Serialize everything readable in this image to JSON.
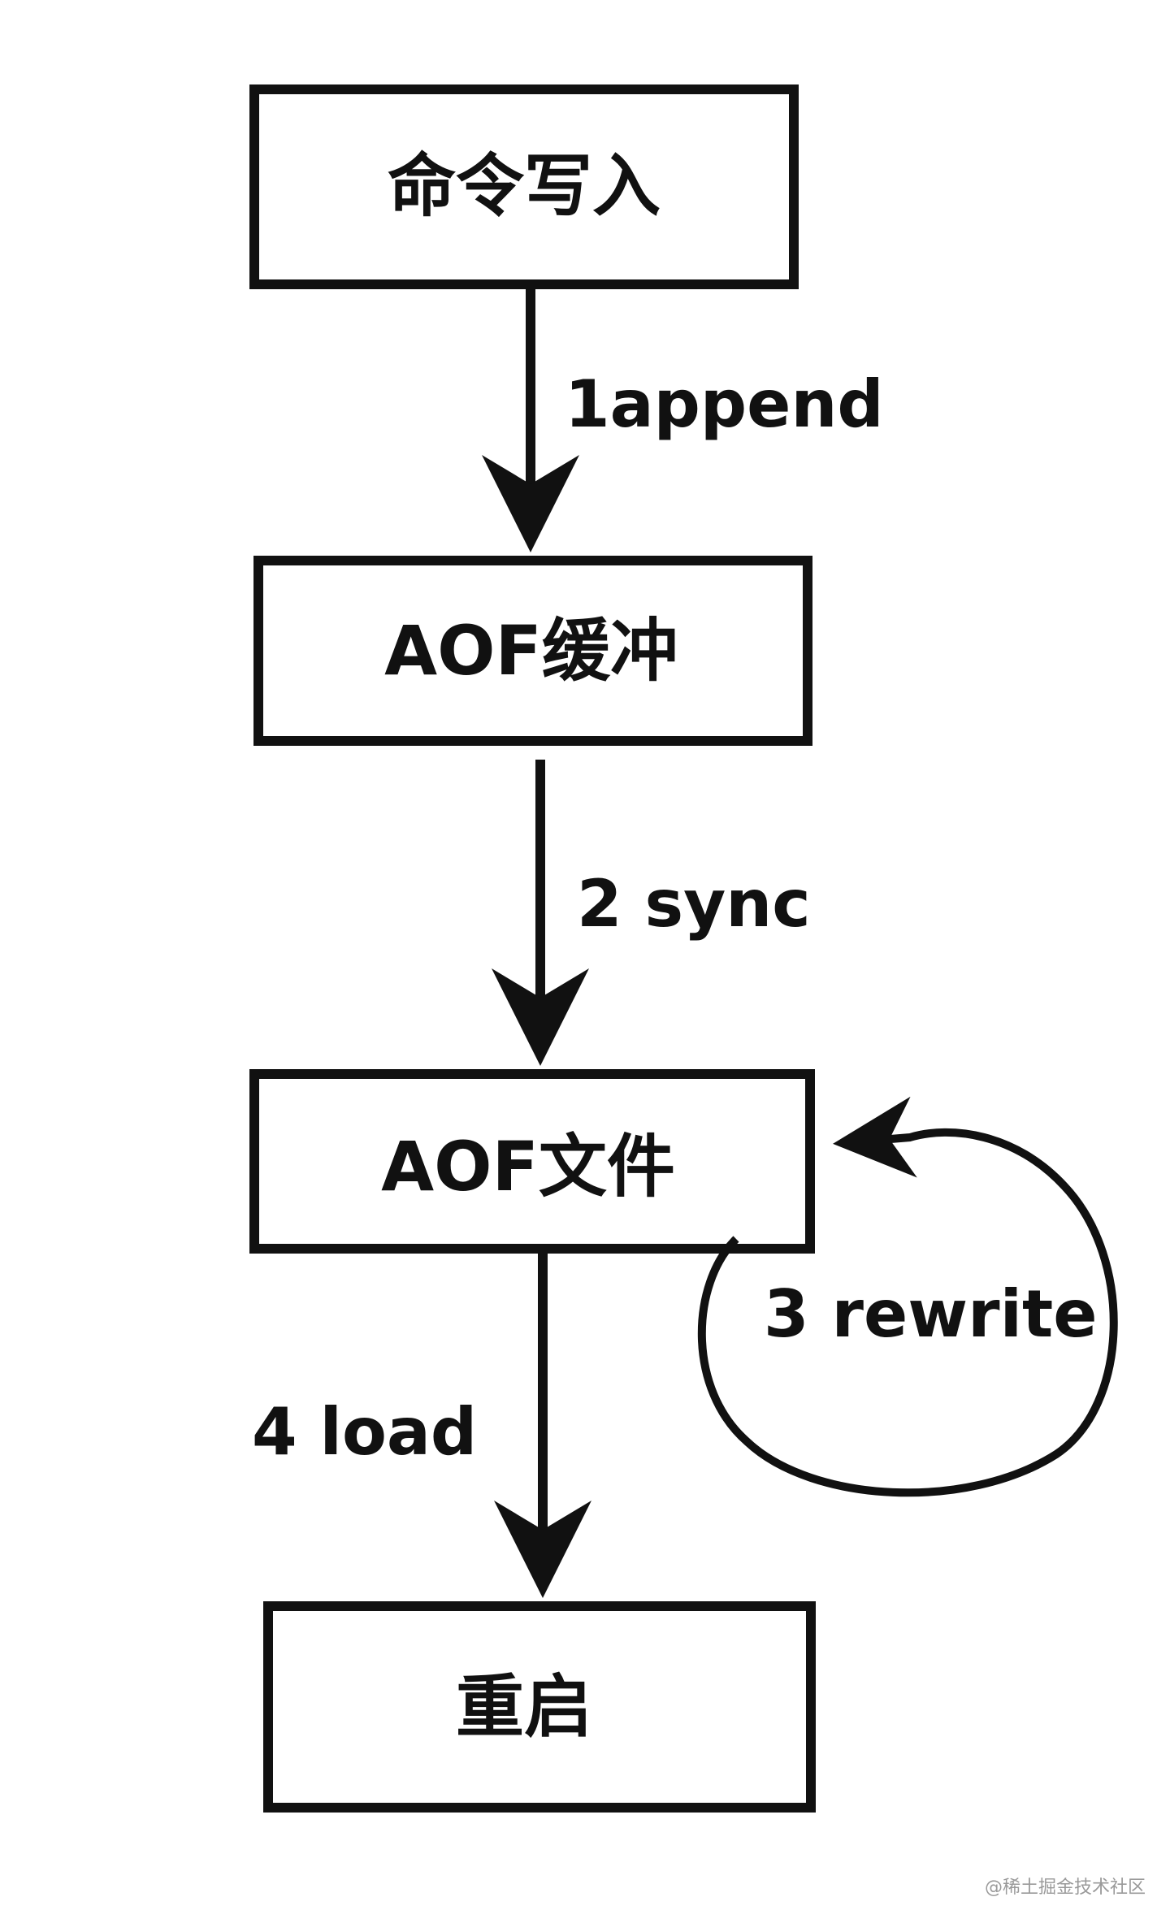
{
  "nodes": {
    "command_write": "命令写入",
    "aof_buffer": "AOF缓冲",
    "aof_file": "AOF文件",
    "restart": "重启"
  },
  "edges": {
    "append": "1append",
    "sync": "2 sync",
    "rewrite": "3 rewrite",
    "load": "4 load"
  },
  "watermark": "@稀土掘金技术社区",
  "colors": {
    "stroke": "#111111",
    "text": "#111111",
    "background": "#ffffff",
    "watermark": "#9a9a9a"
  }
}
